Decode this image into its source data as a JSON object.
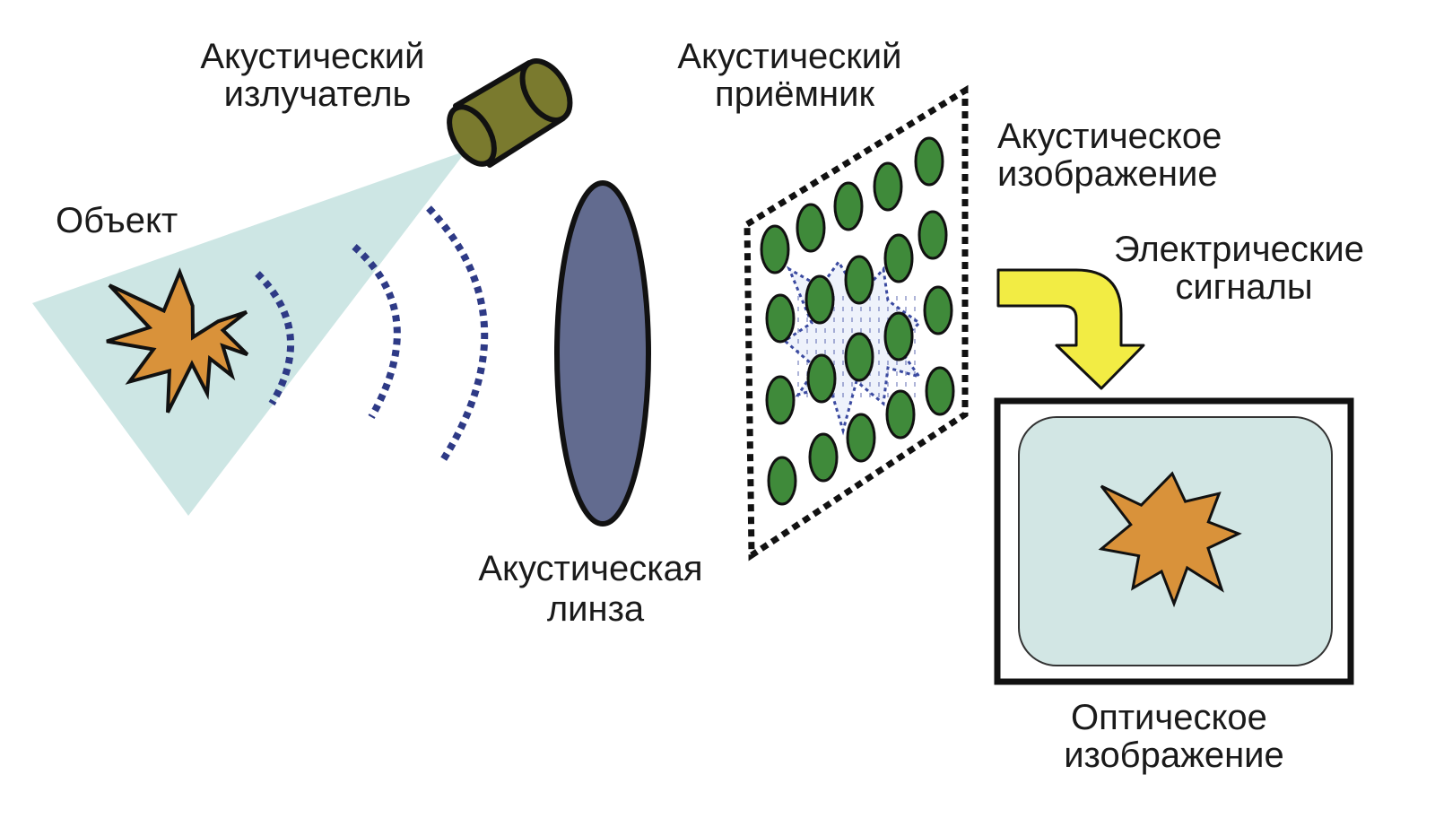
{
  "labels": {
    "emitter": [
      "Акустический",
      "излучатель"
    ],
    "object": [
      "Объект"
    ],
    "lens": [
      "Акустическая",
      "линза"
    ],
    "receiver": [
      "Акустический",
      "приёмник"
    ],
    "acoustic_image": [
      "Акустическое",
      "изображение"
    ],
    "signals": [
      "Электрические",
      "сигналы"
    ],
    "optical_image": [
      "Оптическое",
      "изображение"
    ]
  },
  "colors": {
    "beam": "#cde6e4",
    "emitter_body": "#7a7a2e",
    "star": "#d9923a",
    "waves": "#2e3a86",
    "lens": "#626b8f",
    "sensor": "#3f8a3a",
    "arrow": "#f2ec44",
    "screen": "#d2e6e4"
  },
  "icons": [
    "burst-star-icon",
    "cylinder-emitter-icon",
    "curved-arrow-icon"
  ]
}
